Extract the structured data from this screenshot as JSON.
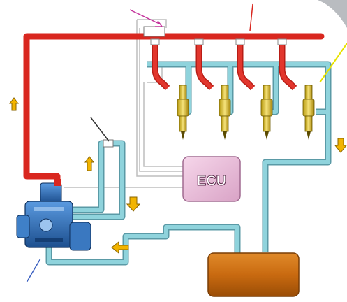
{
  "diagram": {
    "ecu_label": "ECU",
    "colors": {
      "high_pressure": "#d9271f",
      "return_line": "#7fc6cf",
      "tank": "#c96a10",
      "ecu": "#e9b9d6",
      "pump": "#2f6fb8",
      "arrow": "#f2b400",
      "wiring": "#c8c8c8"
    },
    "components": [
      "common-rail",
      "injectors",
      "high-pressure-pump",
      "fuel-tank",
      "ecu"
    ],
    "injector_count": 4
  }
}
